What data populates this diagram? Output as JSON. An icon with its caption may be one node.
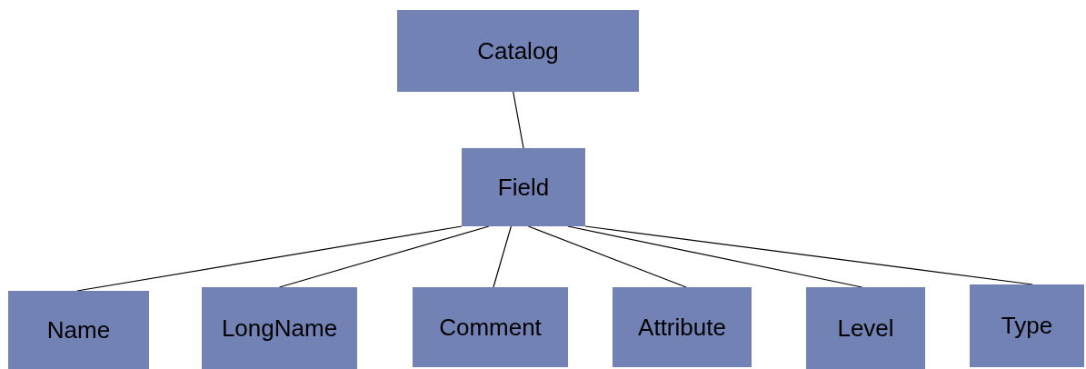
{
  "diagram": {
    "nodes": [
      {
        "text": [
          "Catalog"
        ]
      },
      {
        "text": [
          "Field"
        ]
      },
      {
        "text": [
          "Name"
        ]
      },
      {
        "text": [
          "LongName"
        ]
      },
      {
        "text": [
          "Comment"
        ]
      },
      {
        "text": [
          "Attribute"
        ]
      },
      {
        "text": [
          "Level"
        ]
      },
      {
        "text": [
          "Type"
        ]
      }
    ],
    "edges": [
      {
        "from": 0,
        "to": 1,
        "arrow": "none"
      },
      {
        "from": 1,
        "to": 2,
        "arrow": "none"
      },
      {
        "from": 1,
        "to": 3,
        "arrow": "none"
      },
      {
        "from": 1,
        "to": 4,
        "arrow": "none"
      },
      {
        "from": 1,
        "to": 5,
        "arrow": "none"
      },
      {
        "from": 1,
        "to": 6,
        "arrow": "none"
      },
      {
        "from": 1,
        "to": 7,
        "arrow": "none"
      }
    ]
  }
}
